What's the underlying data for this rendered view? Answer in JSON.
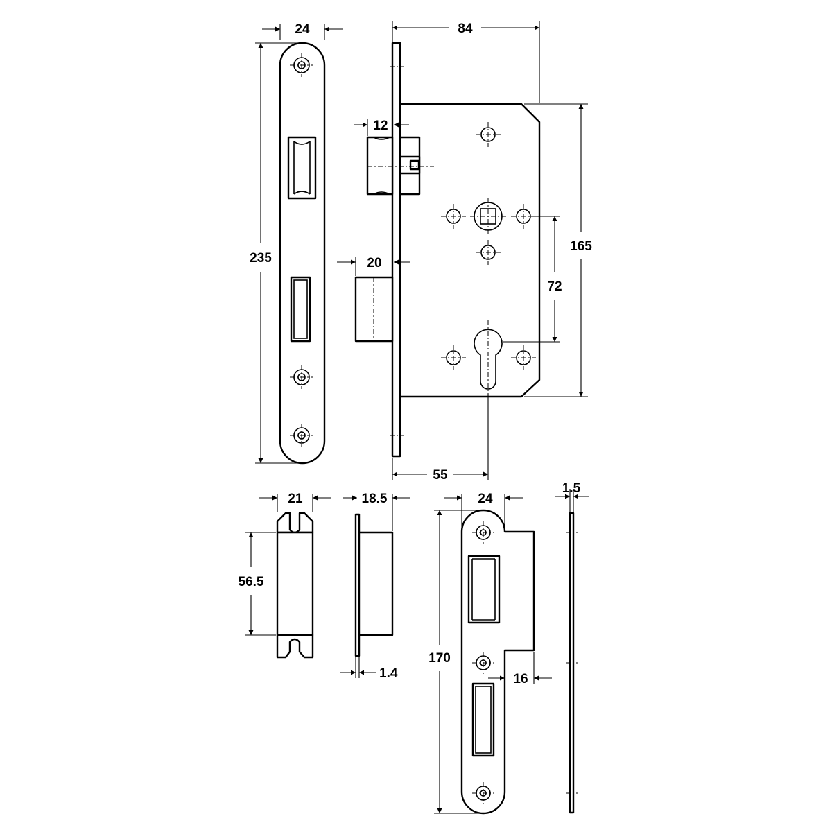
{
  "dimensions": {
    "forend_width": "24",
    "forend_height": "235",
    "case_depth": "84",
    "latch_projection": "12",
    "case_height": "165",
    "deadbolt_projection": "20",
    "centre_distance": "72",
    "backset": "55",
    "box_keep_width": "21",
    "box_keep_depth": "18.5",
    "box_keep_height": "56.5",
    "box_keep_thickness": "1.4",
    "strike_plate_width": "24",
    "strike_plate_thickness": "1.5",
    "strike_plate_height": "170",
    "strike_lip": "16"
  }
}
